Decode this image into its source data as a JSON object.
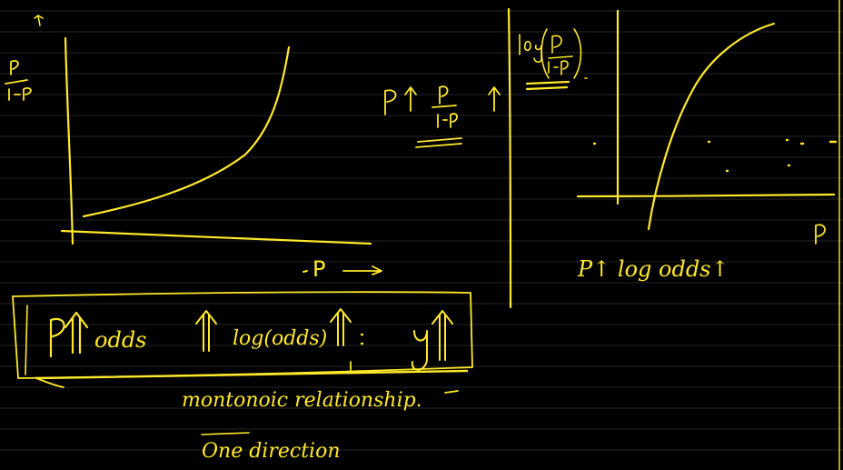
{
  "colors": {
    "background": "#000000",
    "ink": "#ffe92b",
    "ink_secondary": "#f1e100",
    "ruled_line": "#2a2a2a"
  },
  "notes": {
    "left_graph_y_label": "P/1-P",
    "left_graph_x_label": "P",
    "mid_statement_p": "P",
    "mid_statement_fraction_num": "P",
    "mid_statement_fraction_den": "1-P",
    "right_graph_y_label": "log(P/1-P)",
    "right_graph_x_label": "P",
    "right_statement": "P↑ log odds↑",
    "box_statement": {
      "p": "P",
      "odds": "odds",
      "log_odds": "log(odds)",
      "y": "y"
    },
    "monotonic_text": "montonoic relationship.",
    "one_direction_text": "One direction"
  }
}
